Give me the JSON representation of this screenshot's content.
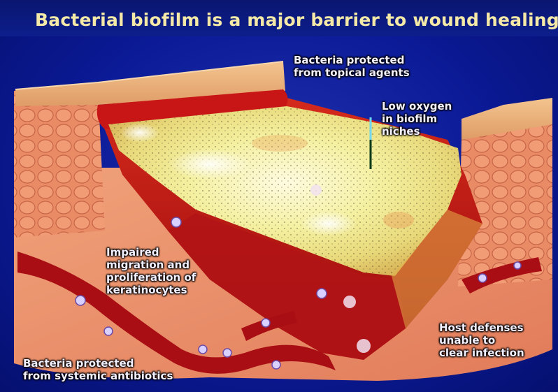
{
  "title": "Bacterial biofilm is a major barrier to wound healing",
  "labels": {
    "topical": {
      "lines": [
        "Bacteria protected",
        "from topical agents"
      ]
    },
    "oxygen": {
      "lines": [
        "Low oxygen",
        "in biofilm",
        "niches"
      ]
    },
    "keratinocytes": {
      "lines": [
        "Impaired",
        "migration and",
        "proliferation of",
        "keratinocytes"
      ]
    },
    "host": {
      "lines": [
        "Host defenses",
        "unable to",
        "clear infection"
      ]
    },
    "systemic": {
      "lines": [
        "Bacteria protected",
        "from systemic antibiotics"
      ]
    }
  },
  "colors": {
    "background": "#0b1a96",
    "title_text": "#f4e9a6",
    "label_text": "#f3f0ff",
    "skin_surface": "#e8b07a",
    "dermis": "#e88a68",
    "wound_bed": "#c41414",
    "biofilm": "#f2ef9a",
    "blood_vessel": "#a80e14"
  }
}
